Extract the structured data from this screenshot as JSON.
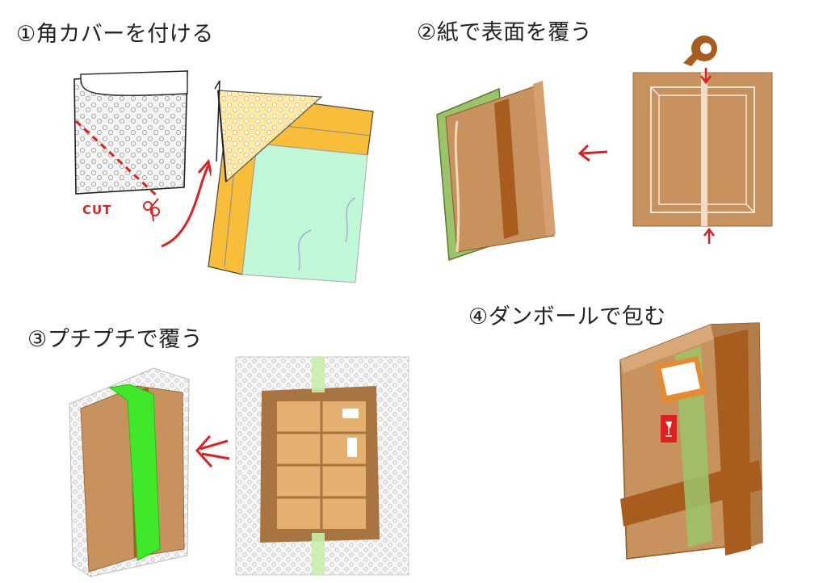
{
  "steps": [
    {
      "title": "①角カバーを付ける",
      "cut_label": "CUT"
    },
    {
      "title": "②紙で表面を覆う"
    },
    {
      "title": "③プチプチで覆う"
    },
    {
      "title": "④ダンボールで包む"
    }
  ],
  "colors": {
    "kraft": "#c8925f",
    "kraft_dark": "#a8743f",
    "tape_brown": "#a85c1e",
    "corner_yellow": "#f8be3a",
    "canvas_green": "#c0f7d6",
    "bubble_green": "#40e82a",
    "masking_green": "#9bc46a",
    "arrow_red": "#e62222"
  },
  "icons": [
    "scissors-icon",
    "tape-roll-icon",
    "fragile-glass-icon",
    "arrow-icon"
  ]
}
